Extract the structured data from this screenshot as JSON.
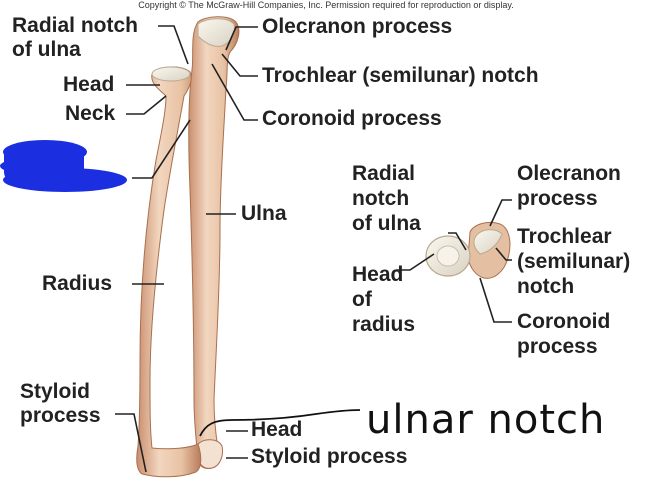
{
  "copyright": "Copyright © The McGraw-Hill Companies, Inc. Permission required for reproduction or display.",
  "colors": {
    "bone_fill": "#e8c2a4",
    "bone_shadow": "#c98e6e",
    "bone_light": "#f6e4d4",
    "cartilage": "#ece9df",
    "scribble": "#1c2fe0",
    "leader": "#222222"
  },
  "labels": {
    "radial_notch_ulna_1": "Radial notch",
    "radial_notch_ulna_2": "of ulna",
    "head": "Head",
    "neck": "Neck",
    "olecranon_process": "Olecranon process",
    "trochlear_notch": "Trochlear (semilunar) notch",
    "coronoid_process": "Coronoid process",
    "ulna": "Ulna",
    "radius": "Radius",
    "styloid_process_left_1": "Styloid",
    "styloid_process_left_2": "process",
    "head_bottom": "Head",
    "styloid_process_bottom": "Styloid process"
  },
  "inset_labels": {
    "radial_notch_1": "Radial",
    "radial_notch_2": "notch",
    "radial_notch_3": "of ulna",
    "head_radius_1": "Head",
    "head_radius_2": "of",
    "head_radius_3": "radius",
    "olecranon_1": "Olecranon",
    "olecranon_2": "process",
    "trochlear_1": "Trochlear",
    "trochlear_2": "(semilunar)",
    "trochlear_3": "notch",
    "coronoid_1": "Coronoid",
    "coronoid_2": "process"
  },
  "handwriting": {
    "ulnar_notch": "ulnar notch"
  }
}
